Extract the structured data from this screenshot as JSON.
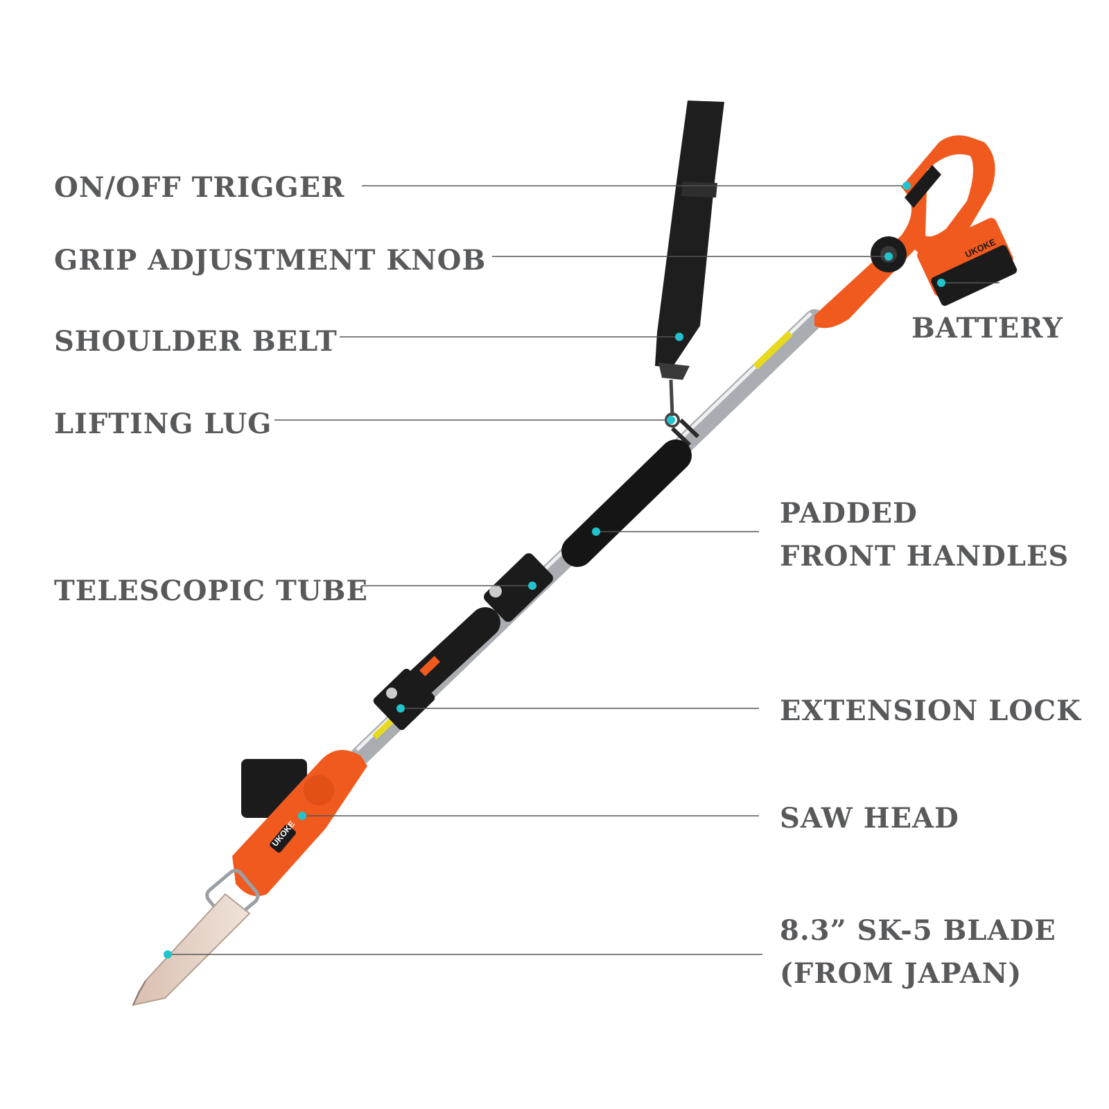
{
  "brand": "UKOKE",
  "callouts": [
    {
      "id": "trigger",
      "lines": [
        "ON/OFF TRIGGER"
      ]
    },
    {
      "id": "grip_knob",
      "lines": [
        "GRIP ADJUSTMENT KNOB"
      ]
    },
    {
      "id": "shoulder_belt",
      "lines": [
        "SHOULDER BELT"
      ]
    },
    {
      "id": "lifting_lug",
      "lines": [
        "LIFTING LUG"
      ]
    },
    {
      "id": "telescopic_tube",
      "lines": [
        "TELESCOPIC TUBE"
      ]
    },
    {
      "id": "battery",
      "lines": [
        "BATTERY"
      ]
    },
    {
      "id": "padded_handles",
      "lines": [
        "PADDED",
        "FRONT HANDLES"
      ]
    },
    {
      "id": "extension_lock",
      "lines": [
        "EXTENSION LOCK"
      ]
    },
    {
      "id": "saw_head",
      "lines": [
        "SAW HEAD"
      ]
    },
    {
      "id": "blade",
      "lines": [
        "8.3” SK-5 BLADE",
        "(FROM JAPAN)"
      ]
    }
  ],
  "colors": {
    "label_text": "#58595b",
    "leader_line": "#555555",
    "marker_dot": "#21c4cc",
    "tool_orange": "#f15a1f",
    "tool_black": "#1b1b1b",
    "tube_silver": "#b9bcc0"
  }
}
